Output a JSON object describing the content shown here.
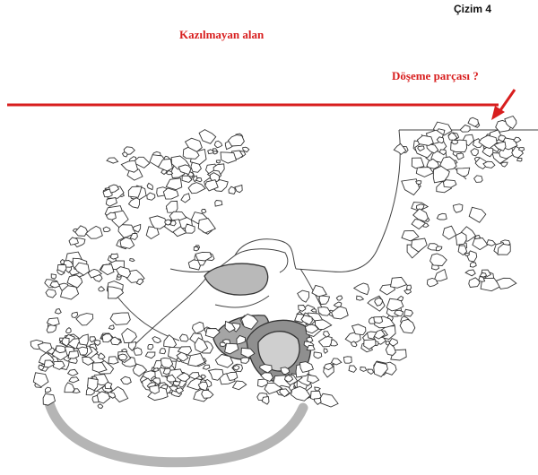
{
  "figure_label": "Çizim 4",
  "labels": {
    "unexcavated_area": "Kazılmayan alan",
    "floor_fragment": "Döşeme parçası  ?"
  },
  "colors": {
    "annotation_red": "#d81e1e",
    "stone_outline": "#333333",
    "shaded_stone": "#9a9a9a",
    "grey_arc": "#b5b5b5"
  }
}
